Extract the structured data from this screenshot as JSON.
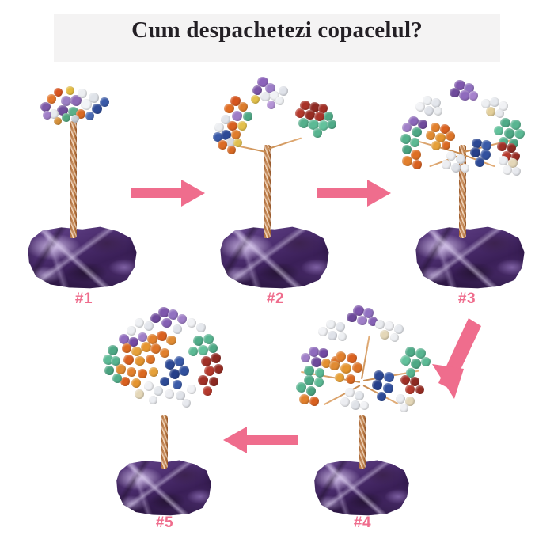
{
  "page": {
    "title": "Cum despachetezi copacelul?",
    "background_color": "#ffffff",
    "title_band_color": "#f4f3f3",
    "title_color": "#231f24",
    "accent_color": "#ef6d8d"
  },
  "steps": [
    {
      "label": "#1",
      "name": "step-1-packed-tree",
      "description": "Copacel cu ramurile complet stranse, in ambalaj",
      "branch_spread": "closed",
      "base": "ametist brut"
    },
    {
      "label": "#2",
      "name": "step-2-first-branches-opened",
      "description": "Primele ramuri desfacute lateral",
      "branch_spread": "partial",
      "base": "ametist brut"
    },
    {
      "label": "#3",
      "name": "step-3-more-branches-opened",
      "description": "Mai multe ramuri desfacute in jurul trunchiului",
      "branch_spread": "wide",
      "base": "ametist brut"
    },
    {
      "label": "#4",
      "name": "step-4-branches-shaped",
      "description": "Ramurile aranjate uniform in toate directiile",
      "branch_spread": "wider",
      "base": "ametist brut"
    },
    {
      "label": "#5",
      "name": "step-5-finished-tree",
      "description": "Copacelul finalizat, coroana bogata si rotunda",
      "branch_spread": "full",
      "base": "ametist brut"
    }
  ],
  "arrows": [
    {
      "name": "arrow-step1-to-step2",
      "direction": "right",
      "color": "#ef6d8d"
    },
    {
      "name": "arrow-step2-to-step3",
      "direction": "right",
      "color": "#ef6d8d"
    },
    {
      "name": "arrow-step3-to-step4",
      "direction": "down-left",
      "color": "#ef6d8d"
    },
    {
      "name": "arrow-step4-to-step5",
      "direction": "left",
      "color": "#ef6d8d"
    }
  ]
}
